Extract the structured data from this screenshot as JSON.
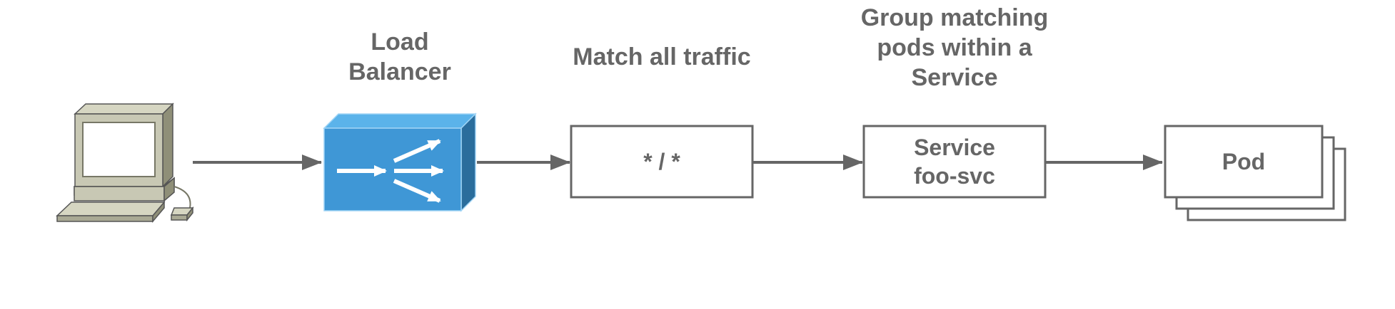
{
  "lb": {
    "caption": "Load\nBalancer"
  },
  "rule": {
    "caption": "Match all traffic",
    "label": "* / *"
  },
  "service": {
    "caption": "Group matching\npods within a\nService",
    "label": "Service\nfoo-svc"
  },
  "pod": {
    "label": "Pod"
  },
  "colors": {
    "stroke": "#666666",
    "text": "#666666",
    "lb_front": "#3f97d6",
    "lb_side": "#2a6d9c",
    "lb_top": "#5bb3ea",
    "computer": "#c8c8b4",
    "computer_dark": "#8f8f78"
  }
}
